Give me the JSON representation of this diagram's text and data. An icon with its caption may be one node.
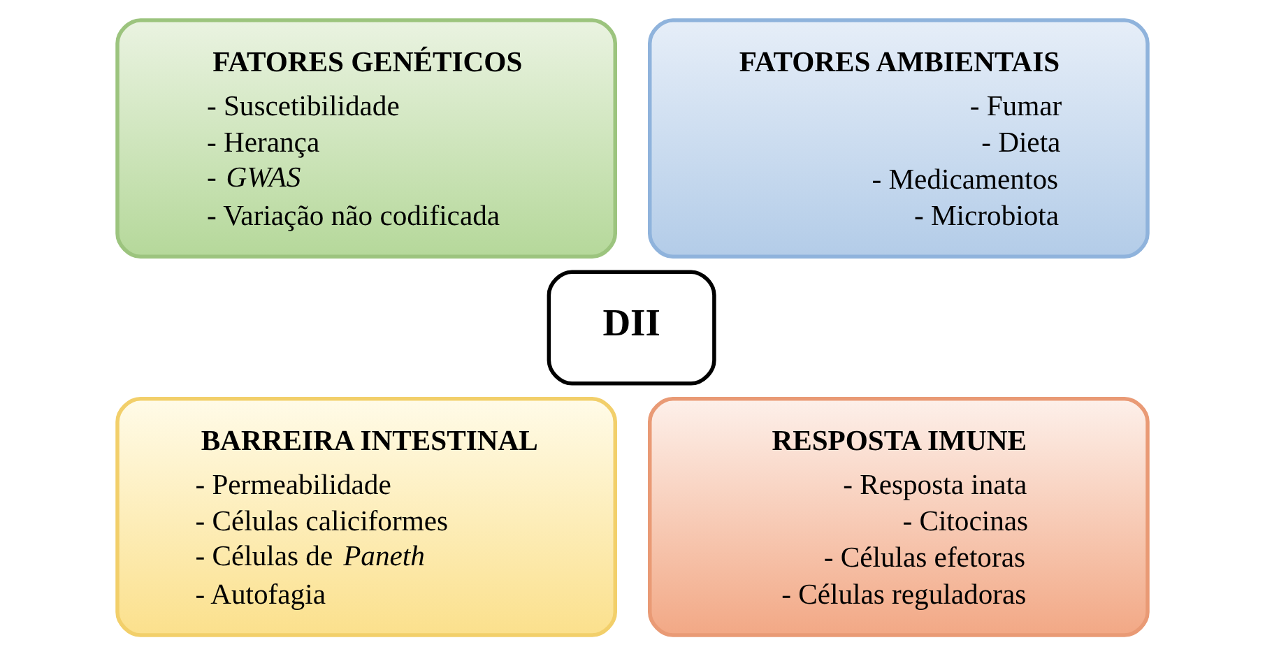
{
  "diagram": {
    "nodes": [
      {
        "text": [
          "FATORES GENÉTICOS",
          "- Suscetibilidade",
          "- Herança",
          "- *GWAS*",
          "- Variação não codificada"
        ]
      },
      {
        "text": [
          "FATORES AMBIENTAIS",
          "- Fumar",
          "- Dieta",
          "- Medicamentos",
          "- Microbiota"
        ]
      },
      {
        "text": [
          "DII"
        ]
      },
      {
        "text": [
          "BARREIRA INTESTINAL",
          "- Permeabilidade",
          "- Células caliciformes",
          "- Células de *Paneth*",
          "- Autofagia"
        ]
      },
      {
        "text": [
          "RESPOSTA IMUNE",
          "- Resposta inata",
          "- Citocinas",
          "- Células efetoras",
          "- Células reguladoras"
        ]
      }
    ],
    "edges": []
  }
}
